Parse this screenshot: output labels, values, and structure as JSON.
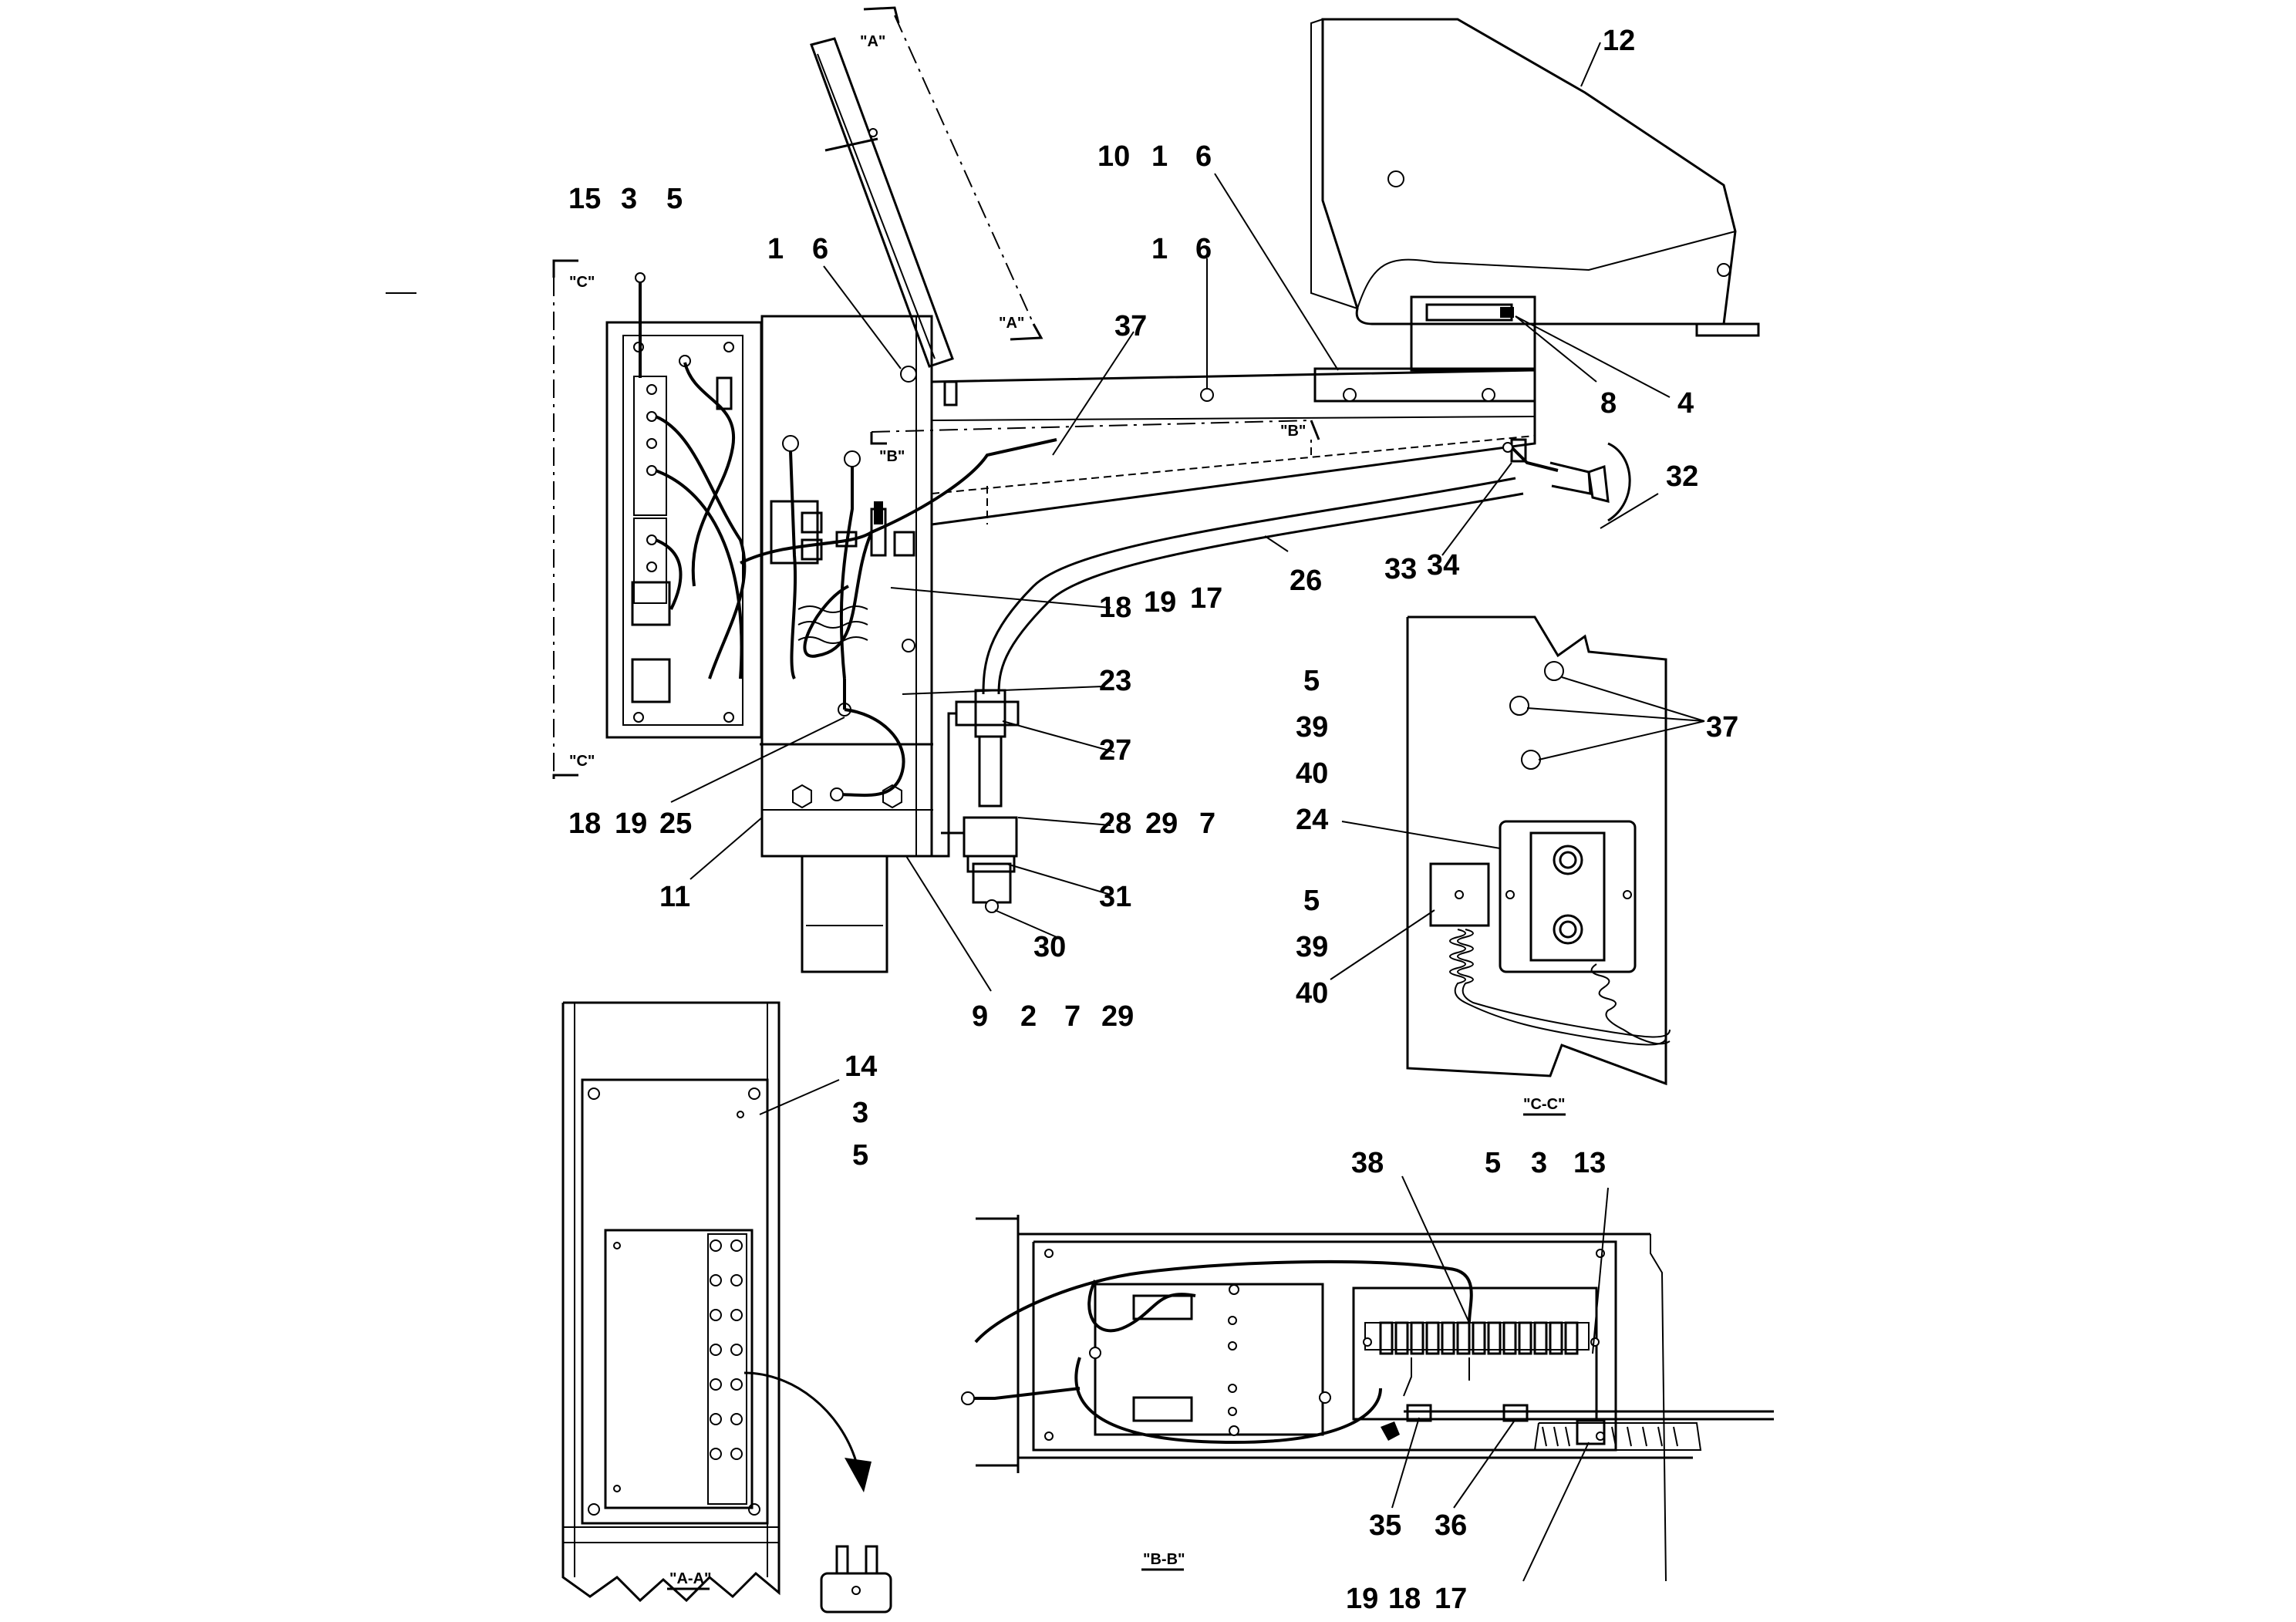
{
  "drawing": {
    "callouts": {
      "c12": "12",
      "c10": "10",
      "c1a": "1",
      "c6a": "6",
      "c15": "15",
      "c3a": "3",
      "c5a": "5",
      "c1b": "1",
      "c6b": "6",
      "c1c": "1",
      "c6c": "6",
      "c37a": "37",
      "c8": "8",
      "c4": "4",
      "c32": "32",
      "c33": "33",
      "c34": "34",
      "c26": "26",
      "c18a": "18",
      "c19a": "19",
      "c17a": "17",
      "c23": "23",
      "c27": "27",
      "c18b": "18",
      "c19b": "19",
      "c25": "25",
      "c11": "11",
      "c28": "28",
      "c29a": "29",
      "c7a": "7",
      "c31": "31",
      "c30": "30",
      "c9": "9",
      "c2": "2",
      "c7b": "7",
      "c29b": "29",
      "c5b": "5",
      "c39a": "39",
      "c40a": "40",
      "c24": "24",
      "c5c": "5",
      "c39b": "39",
      "c40b": "40",
      "c37b": "37",
      "c14": "14",
      "c3b": "3",
      "c5d": "5",
      "c38": "38",
      "c5e": "5",
      "c3c": "3",
      "c13": "13",
      "c35": "35",
      "c36": "36",
      "c19c": "19",
      "c18c": "18",
      "c17b": "17"
    },
    "section_labels": {
      "a_top": "\"A\"",
      "a_right": "\"A\"",
      "b_left": "\"B\"",
      "b_right": "\"B\"",
      "c_top": "\"C\"",
      "c_bottom": "\"C\"",
      "view_cc": "\"C-C\"",
      "view_aa": "\"A-A\"",
      "view_bb": "\"B-B\""
    }
  }
}
